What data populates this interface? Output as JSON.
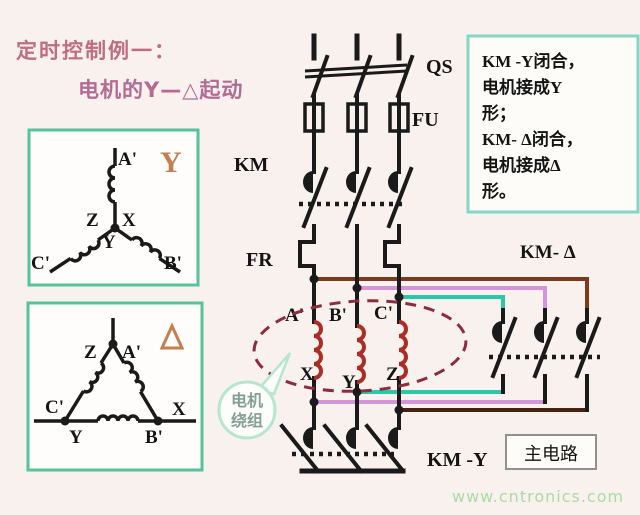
{
  "title": {
    "line1": "定时控制例一：",
    "line2": "电机的Y—△起动"
  },
  "star_diagram": {
    "symbol": "Y",
    "labels": {
      "top": "A'",
      "left": "Z",
      "right": "X",
      "center": "Y",
      "bottom_left": "C'",
      "bottom_right": "B'"
    }
  },
  "delta_diagram": {
    "symbol": "Δ",
    "labels": {
      "top_left": "Z",
      "top_right": "A'",
      "left": "C'",
      "right": "X",
      "bottom_left": "Y",
      "bottom_right": "B'"
    }
  },
  "main_circuit": {
    "qs_label": "QS",
    "fu_label": "FU",
    "km_label": "KM",
    "fr_label": "FR",
    "km_delta_label": "KM- Δ",
    "km_y_label": "KM -Y",
    "tag": "主电路",
    "winding": {
      "top": [
        "A'",
        "B'",
        "C'"
      ],
      "bottom": [
        "X",
        "Y",
        "Z"
      ]
    },
    "callout": {
      "line1": "电机",
      "line2": "绕组"
    }
  },
  "note_box": {
    "lines": [
      "KM -Y闭合，",
      "电机接成Y",
      "形；",
      "KM- Δ闭合，",
      "电机接成Δ",
      "形。"
    ]
  },
  "watermark": "www.cntronics.com",
  "colors": {
    "background": "#f8f1ee",
    "wire_black": "#1a1a1a",
    "wire_brown": "#7b3a1d",
    "wire_brown_dark": "#46220f",
    "wire_pink": "#d494d8",
    "wire_teal": "#2cc6a8",
    "coil_red": "#aa2d26",
    "diagram_box_green": "#55c39b",
    "note_border_teal": "#82d7c7",
    "ellipse_maroon": "#8e2b3d",
    "callout_border": "#b4e7cb",
    "symbol_tan": "#c2804f",
    "title_pink": "#c06d84",
    "title_mauve": "#b36b93",
    "watermark_green": "#a9dca4"
  }
}
